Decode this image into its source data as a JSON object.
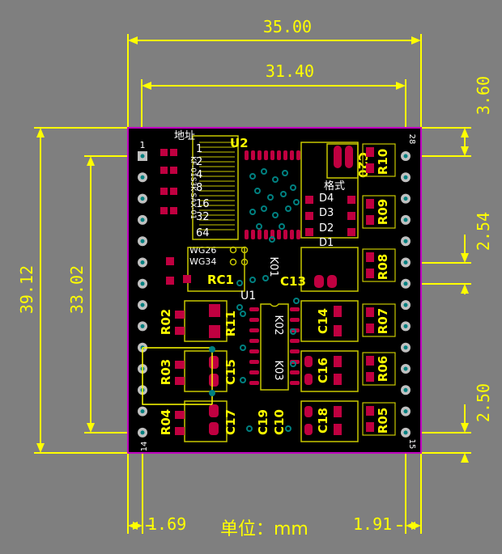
{
  "colors": {
    "background": "#7f7f7f",
    "board": "#000000",
    "board_outline": "#c000c0",
    "silkscreen": "#ffff00",
    "pad_red": "#c00040",
    "via": "#008080",
    "dimension": "#ffff00"
  },
  "dimensions": {
    "width_outer": "35.00",
    "width_inner": "31.40",
    "height_outer": "39.12",
    "height_inner": "33.02",
    "top_margin": "3.60",
    "pin_pitch_a": "2.54",
    "pin_pitch_b": "2.50",
    "left_offset": "1.69",
    "right_offset": "1.91",
    "unit": "单位：mm"
  },
  "pin_labels": {
    "left_top": "1",
    "left_bottom": "14",
    "right_top": "28",
    "right_bottom": "15"
  },
  "address_block": {
    "title": "地址",
    "values": [
      "1",
      "2",
      "4",
      "8",
      "16",
      "32",
      "64"
    ],
    "switch_label": "U2",
    "side_text": "KF-01S3K-SAX-01"
  },
  "wiegand": {
    "wg26": "WG26",
    "wg34": "WG34"
  },
  "format_block": {
    "title": "格式",
    "items": [
      "D4",
      "D3",
      "D2",
      "D1"
    ]
  },
  "components": {
    "rc1": "RC1",
    "u1": "U1",
    "c13": "C13",
    "c20": "C20",
    "r10": "R10",
    "r09": "R09",
    "r08": "R08",
    "r07": "R07",
    "r06": "R06",
    "r05": "R05",
    "r02": "R02",
    "r03": "R03",
    "r04": "R04",
    "r11": "R11",
    "c14": "C14",
    "c15": "C15",
    "c16": "C16",
    "c17": "C17",
    "c18": "C18",
    "c19": "C19",
    "c10": "C10",
    "k01": "K01",
    "k02": "K02",
    "k03": "K03"
  }
}
